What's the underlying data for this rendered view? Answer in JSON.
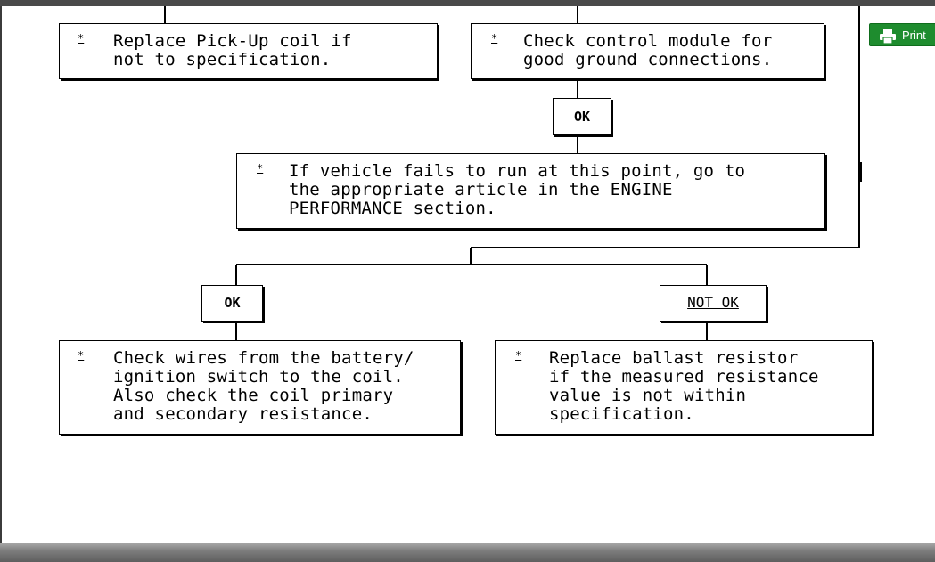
{
  "diagram": {
    "box_replace_pickup": [
      "Replace Pick-Up coil if",
      "not to specification."
    ],
    "box_check_module": [
      "Check control module for",
      "good ground connections."
    ],
    "label_ok_1": "OK",
    "box_vehicle_fails": [
      "If vehicle fails to run at this point, go to",
      "the appropriate article in the ENGINE",
      "PERFORMANCE section."
    ],
    "label_ok_2": "OK",
    "label_not_ok": "NOT OK",
    "box_check_wires": [
      "Check wires from the battery/",
      "ignition switch to the coil.",
      "Also check the coil primary",
      "and secondary resistance."
    ],
    "box_replace_ballast": [
      "Replace ballast resistor",
      "if the measured resistance",
      "value is not within",
      "specification."
    ],
    "bullet": "*"
  },
  "toolbar": {
    "print_label": "Print"
  },
  "colors": {
    "print_button": "#1e8c2e",
    "frame": "#3b3b3b"
  },
  "icons": {
    "print": "printer-icon"
  }
}
